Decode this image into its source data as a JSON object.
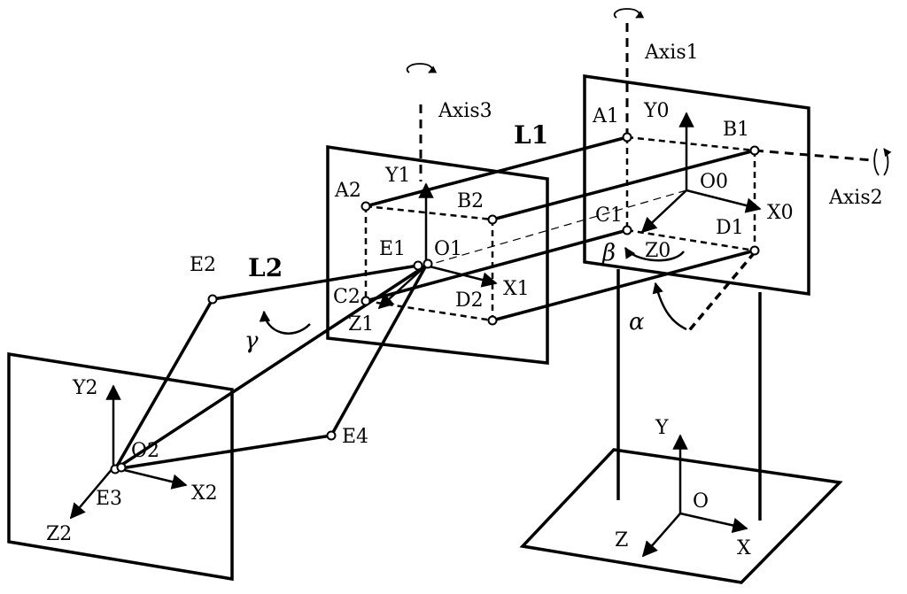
{
  "labels": {
    "axis1": "Axis1",
    "axis2": "Axis2",
    "axis3": "Axis3",
    "l1": "L1",
    "l2": "L2",
    "a1": "A1",
    "b1": "B1",
    "c1": "C1",
    "d1": "D1",
    "o0": "O0",
    "x0": "X0",
    "y0": "Y0",
    "z0": "Z0",
    "a2": "A2",
    "b2": "B2",
    "c2": "C2",
    "d2": "D2",
    "e1": "E1",
    "o1": "O1",
    "x1": "X1",
    "y1": "Y1",
    "z1": "Z1",
    "e2": "E2",
    "e3": "E3",
    "e4": "E4",
    "o2": "O2",
    "x2": "X2",
    "y2": "Y2",
    "z2": "Z2",
    "o": "O",
    "x": "X",
    "y": "Y",
    "z": "Z",
    "alpha": "α",
    "beta": "β",
    "gamma": "γ"
  }
}
